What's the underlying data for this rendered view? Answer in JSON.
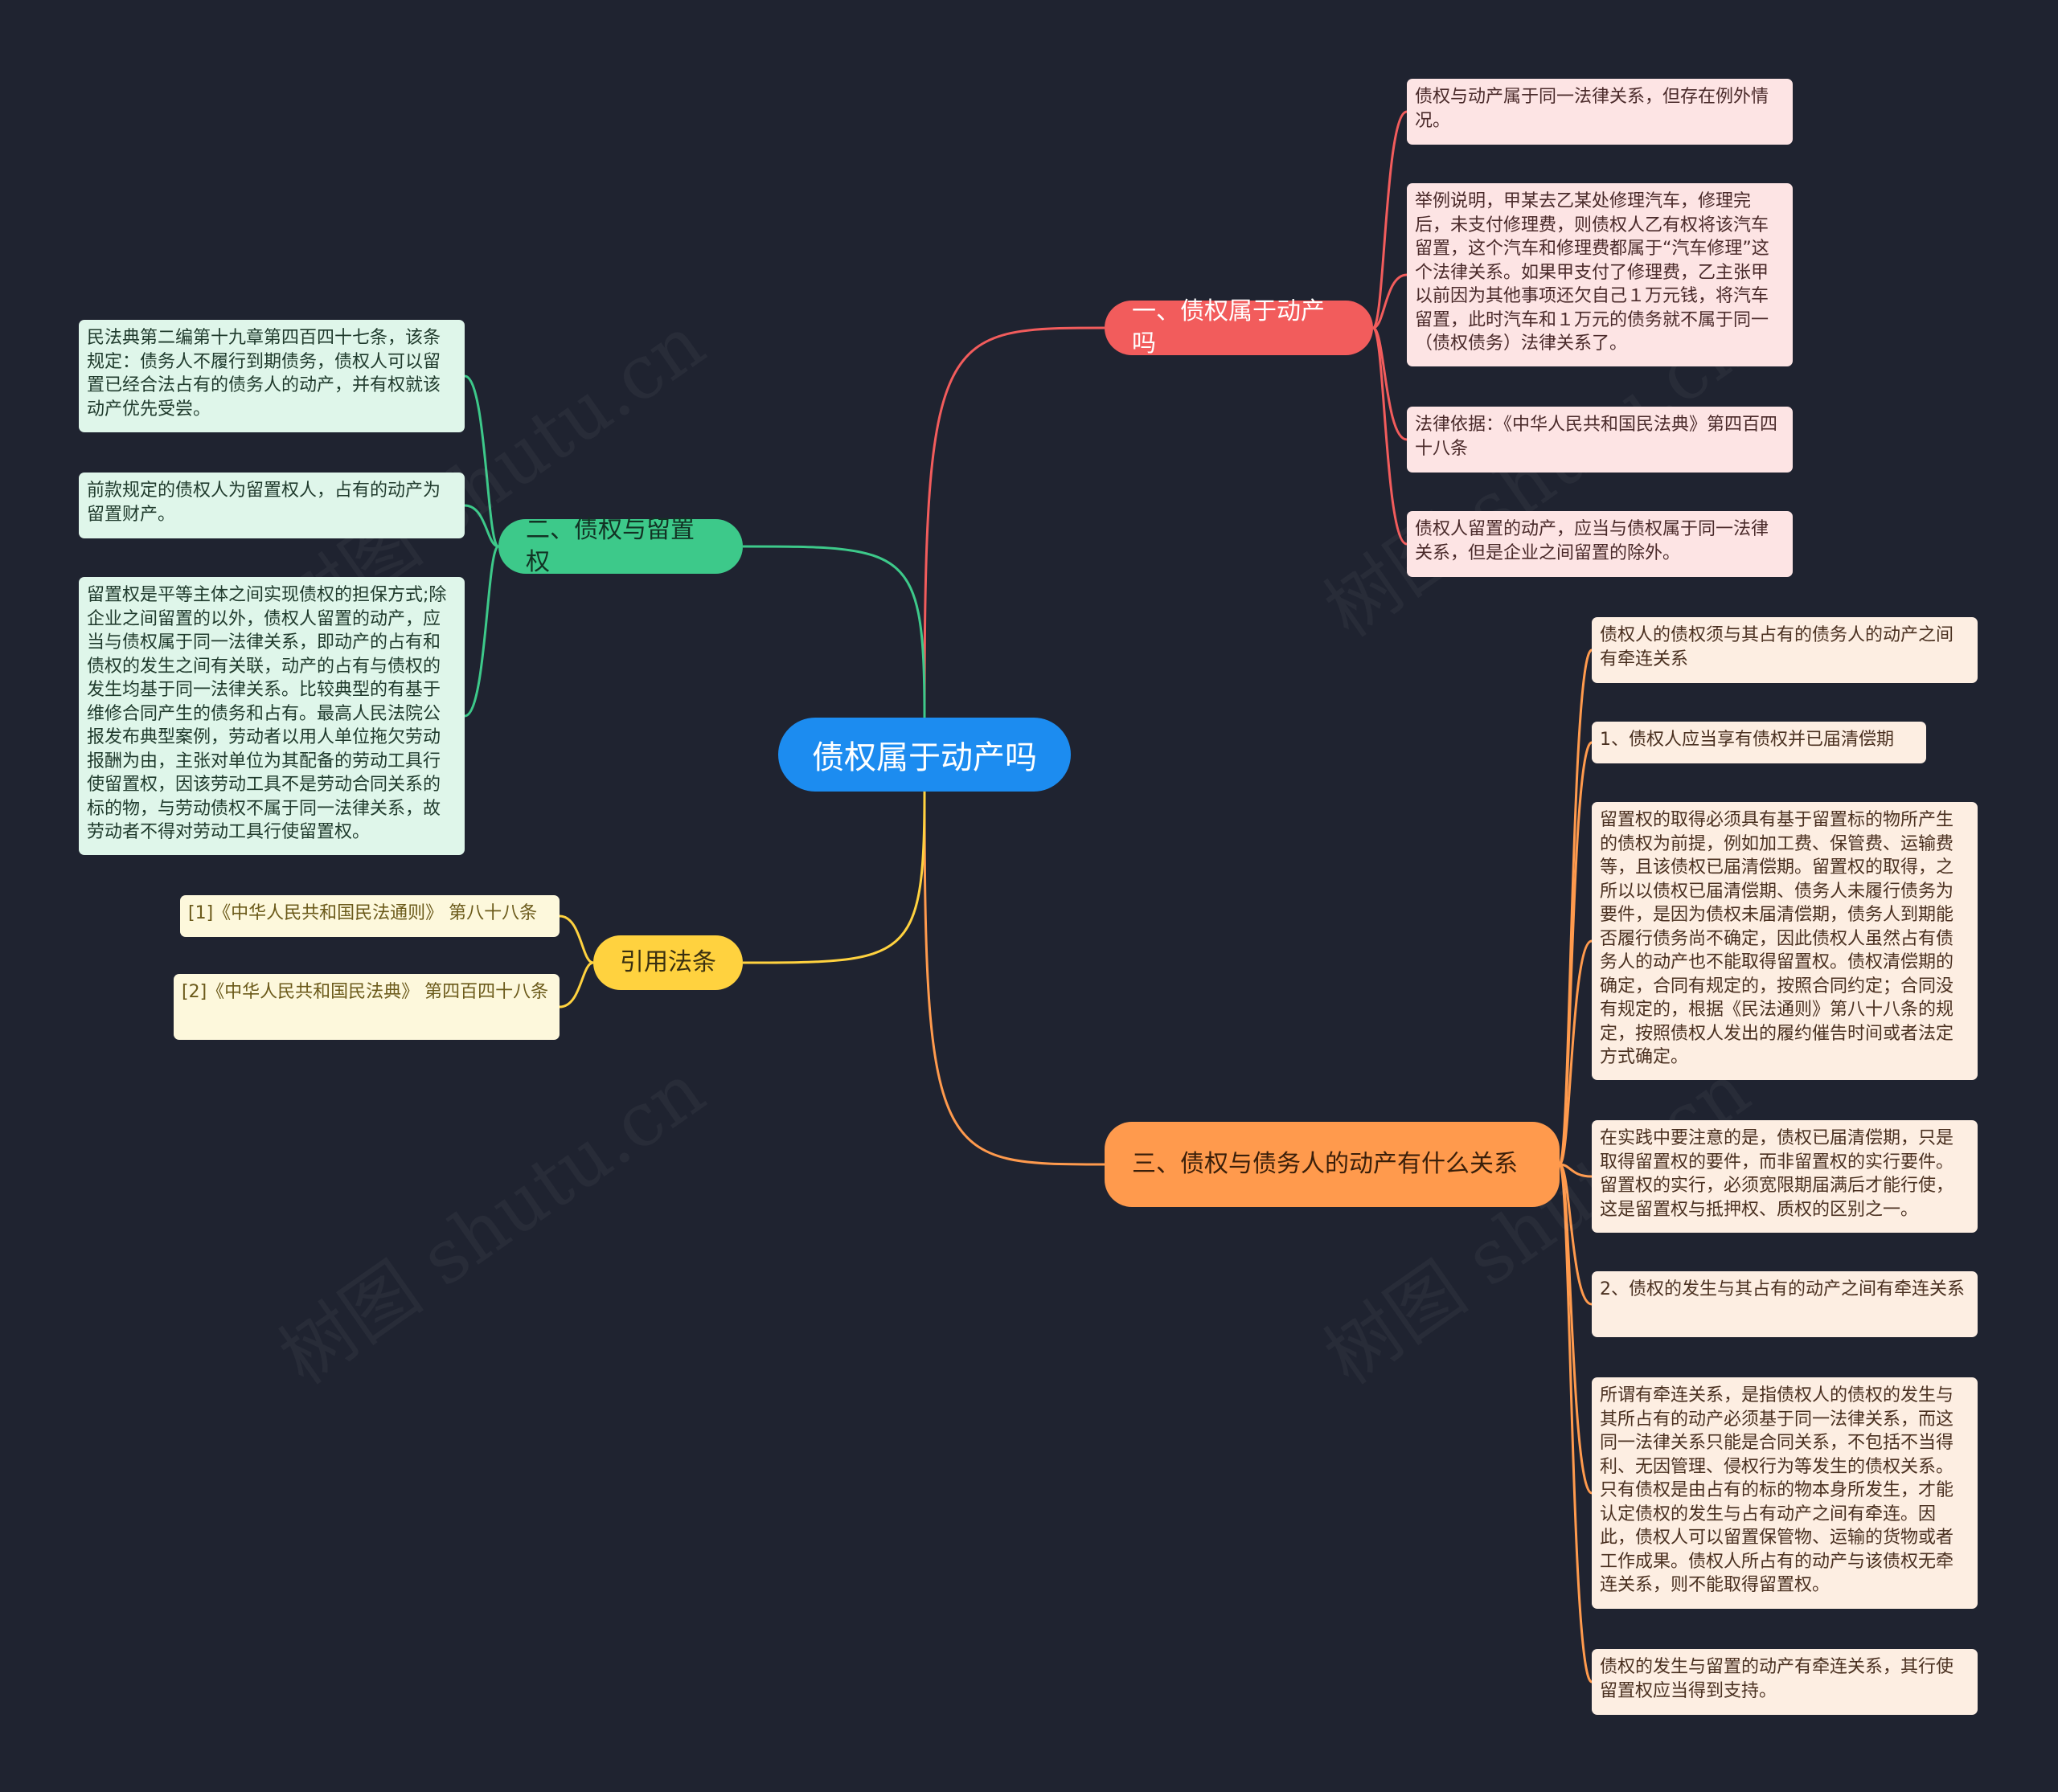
{
  "colors": {
    "background": "#1f2330",
    "center": "#1c8cf0",
    "branch1": "#f25c5c",
    "branch2": "#3dc98a",
    "branch3": "#ff9a4d",
    "branch4": "#ffd23f",
    "leaf1_bg": "#fde4e4",
    "leaf2_bg": "#dff6ea",
    "leaf3_bg": "#fdeee2",
    "leaf4_bg": "#fdf8dc"
  },
  "watermark": "树图 shutu.cn",
  "center": {
    "label": "债权属于动产吗"
  },
  "branch1": {
    "label": "一、债权属于动产吗",
    "leaves": [
      "债权与动产属于同一法律关系，但存在例外情况。",
      "举例说明，甲某去乙某处修理汽车，修理完后，未支付修理费，则债权人乙有权将该汽车留置，这个汽车和修理费都属于“汽车修理”这个法律关系。如果甲支付了修理费，乙主张甲以前因为其他事项还欠自己１万元钱，将汽车留置，此时汽车和１万元的债务就不属于同一（债权债务）法律关系了。",
      "法律依据：《中华人民共和国民法典》第四百四十八条",
      "债权人留置的动产，应当与债权属于同一法律关系，但是企业之间留置的除外。"
    ]
  },
  "branch2": {
    "label": "二、债权与留置权",
    "leaves": [
      "民法典第二编第十九章第四百四十七条，该条规定：债务人不履行到期债务，债权人可以留置已经合法占有的债务人的动产，并有权就该动产优先受尝。",
      "前款规定的债权人为留置权人，占有的动产为留置财产。",
      "留置权是平等主体之间实现债权的担保方式;除企业之间留置的以外，债权人留置的动产，应当与债权属于同一法律关系，即动产的占有和债权的发生之间有关联，动产的占有与债权的发生均基于同一法律关系。比较典型的有基于维修合同产生的债务和占有。最高人民法院公报发布典型案例，劳动者以用人单位拖欠劳动报酬为由，主张对单位为其配备的劳动工具行使留置权，因该劳动工具不是劳动合同关系的标的物，与劳动债权不属于同一法律关系，故劳动者不得对劳动工具行使留置权。"
    ]
  },
  "branch3": {
    "label": "三、债权与债务人的动产有什么关系",
    "leaves": [
      "债权人的债权须与其占有的债务人的动产之间有牵连关系",
      "1、债权人应当享有债权并已届清偿期",
      "留置权的取得必须具有基于留置标的物所产生的债权为前提，例如加工费、保管费、运输费等，且该债权已届清偿期。留置权的取得，之所以以债权已届清偿期、债务人未履行债务为要件，是因为债权未届清偿期，债务人到期能否履行债务尚不确定，因此债权人虽然占有债务人的动产也不能取得留置权。债权清偿期的确定，合同有规定的，按照合同约定；合同没有规定的，根据《民法通则》第八十八条的规定，按照债权人发出的履约催告时间或者法定方式确定。",
      "在实践中要注意的是，债权已届清偿期，只是取得留置权的要件，而非留置权的实行要件。留置权的实行，必须宽限期届满后才能行使，这是留置权与抵押权、质权的区别之一。",
      "2、债权的发生与其占有的动产之间有牵连关系",
      "所谓有牵连关系，是指债权人的债权的发生与其所占有的动产必须基于同一法律关系，而这同一法律关系只能是合同关系，不包括不当得利、无因管理、侵权行为等发生的债权关系。只有债权是由占有的标的物本身所发生，才能认定债权的发生与占有动产之间有牵连。因此，债权人可以留置保管物、运输的货物或者工作成果。债权人所占有的动产与该债权无牵连关系，则不能取得留置权。",
      "债权的发生与留置的动产有牵连关系，其行使留置权应当得到支持。"
    ]
  },
  "branch4": {
    "label": "引用法条",
    "leaves": [
      "[1]《中华人民共和国民法通则》 第八十八条",
      "[2]《中华人民共和国民法典》 第四百四十八条"
    ]
  }
}
